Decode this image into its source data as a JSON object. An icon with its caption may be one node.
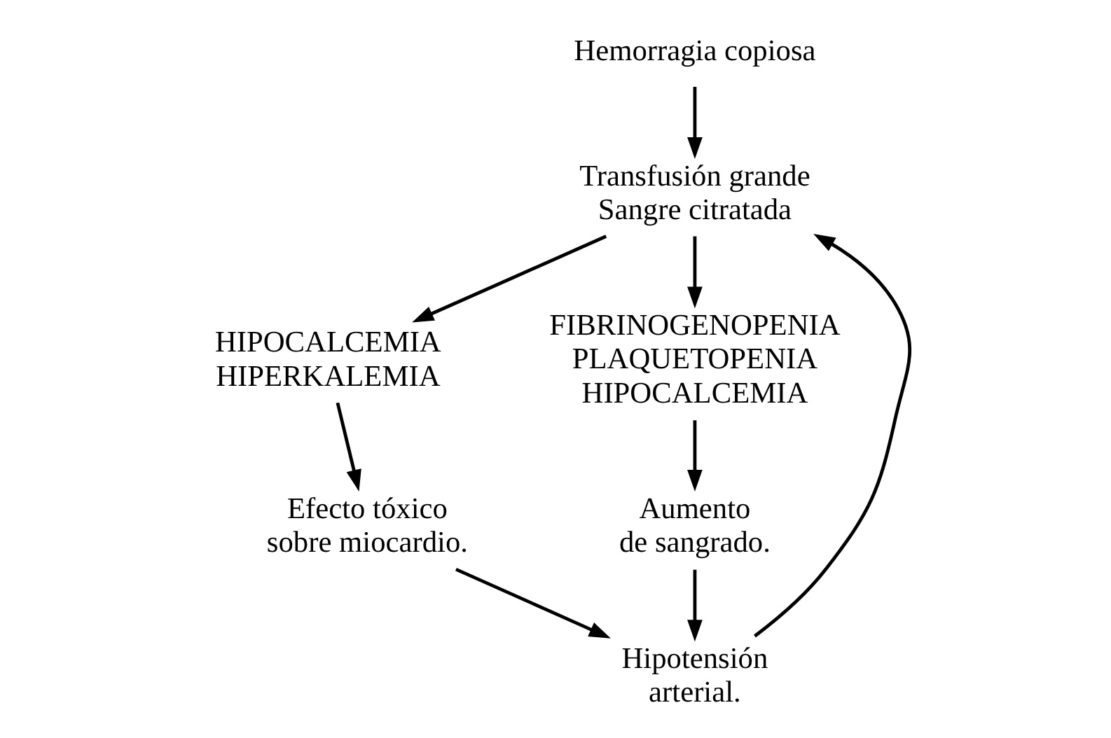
{
  "diagram": {
    "nodes": [
      {
        "text": [
          "Hemorragia copiosa"
        ]
      },
      {
        "text": [
          "Transfusión grande",
          "Sangre citratada"
        ]
      },
      {
        "text": [
          "HIPOCALCEMIA HIPERKALEMIA"
        ]
      },
      {
        "text": [
          "FIBRINOGENOPENIA PLAQUETOPENIA HIPOCALCEMIA"
        ]
      },
      {
        "text": [
          "Efecto tóxico sobre miocardio."
        ]
      },
      {
        "text": [
          "Aumento de sangrado."
        ]
      },
      {
        "text": [
          "Hipotensión arterial."
        ]
      }
    ],
    "edges": [
      {
        "from": 0,
        "to": 1,
        "arrow": "to"
      },
      {
        "from": 1,
        "to": 2,
        "arrow": "to"
      },
      {
        "from": 1,
        "to": 3,
        "arrow": "to"
      },
      {
        "from": 2,
        "to": 4,
        "arrow": "to"
      },
      {
        "from": 3,
        "to": 5,
        "arrow": "to"
      },
      {
        "from": 4,
        "to": 6,
        "arrow": "to"
      },
      {
        "from": 5,
        "to": 6,
        "arrow": "to"
      },
      {
        "from": 6,
        "to": 1,
        "arrow": "to"
      }
    ]
  }
}
